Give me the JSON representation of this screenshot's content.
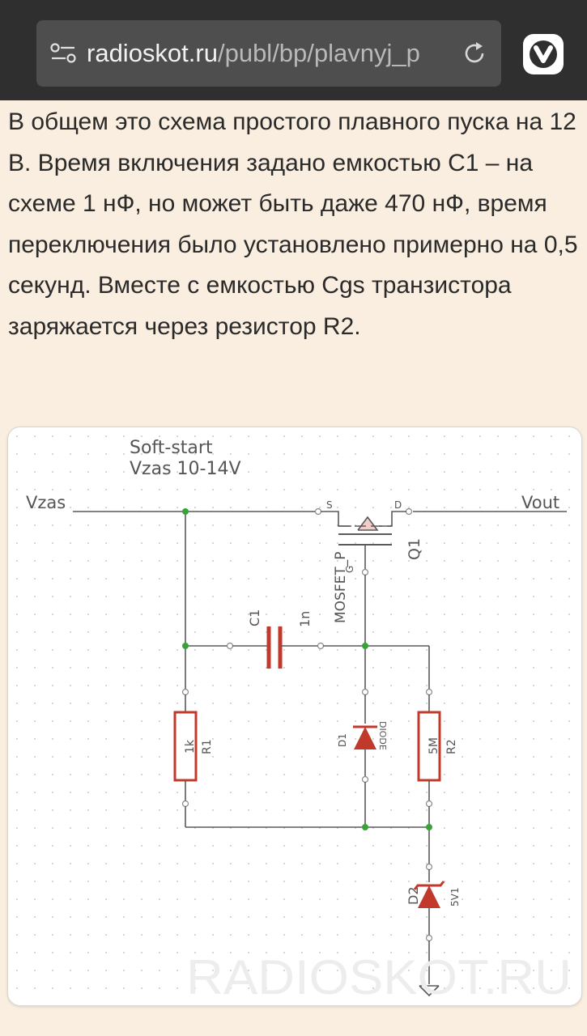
{
  "browser": {
    "url_domain": "radioskot.ru",
    "url_path": "/publ/bp/plavnyj_p",
    "site_settings_icon": "tune-icon",
    "reload_icon": "reload-icon",
    "browser_logo_icon": "vivaldi-logo-icon"
  },
  "article": {
    "paragraph": "В общем это схема простого плавного пуска на 12 В. Время включения задано емкостью С1 – на схеме 1 нФ, но может быть даже 470 нФ, время переключения было установлено примерно на 0,5 секунд. Вместе с емкостью Cgs транзистора заряжается через резистор R2."
  },
  "schematic": {
    "title_line1": "Soft-start",
    "title_line2": "Vzas 10-14V",
    "input_label": "Vzas",
    "output_label": "Vout",
    "q1_name": "Q1",
    "q1_value": "MOSFET_P",
    "pin_s": "S",
    "pin_d": "D",
    "pin_g": "G",
    "c1_name": "C1",
    "c1_value": "1n",
    "r1_name": "R1",
    "r1_value": "1k",
    "r2_name": "R2",
    "r2_value": "5M",
    "d1_name": "D1",
    "d1_value": "DIODE",
    "d2_name": "D2",
    "d2_value": "5V1",
    "watermark": "RADIOSKOT.RU",
    "colors": {
      "wire": "#5a5a5a",
      "junction": "#3aa23a",
      "component": "#c0392b",
      "grid": "#c9c9c9"
    }
  }
}
